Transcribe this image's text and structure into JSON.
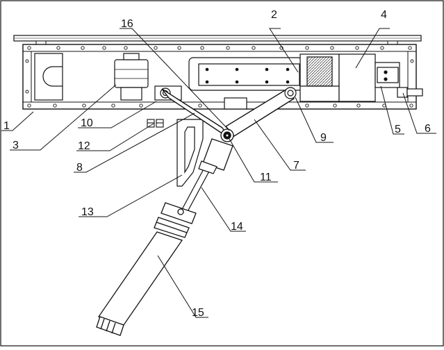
{
  "colors": {
    "ink": "#111111",
    "background": "#ffffff",
    "hatch": "#444444"
  },
  "labels": {
    "l1": "1",
    "l2": "2",
    "l3": "3",
    "l4": "4",
    "l5": "5",
    "l6": "6",
    "l7": "7",
    "l8": "8",
    "l9": "9",
    "l10": "10",
    "l11": "11",
    "l12": "12",
    "l13": "13",
    "l14": "14",
    "l15": "15",
    "l16": "16"
  }
}
